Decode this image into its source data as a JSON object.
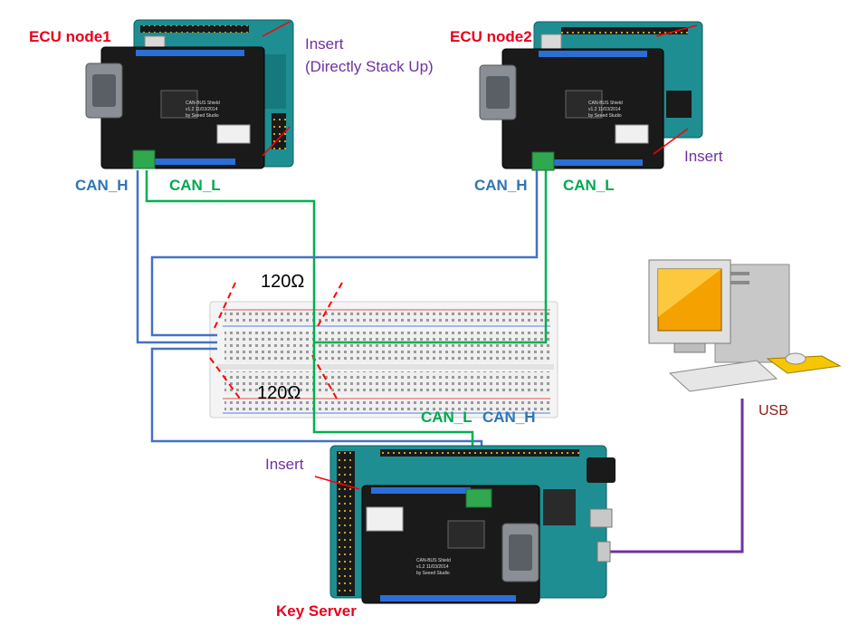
{
  "labels": {
    "ecu1": "ECU node1",
    "ecu2": "ECU node2",
    "insert_top1": "Insert",
    "insert_top2": "(Directly Stack Up)",
    "insert_ecu2": "Insert",
    "insert_ks": "Insert",
    "can_h_1": "CAN_H",
    "can_l_1": "CAN_L",
    "can_h_2": "CAN_H",
    "can_l_2": "CAN_L",
    "can_l_3": "CAN_L",
    "can_h_3": "CAN_H",
    "ohm_top": "120Ω",
    "ohm_bottom": "120Ω",
    "usb": "USB",
    "key_server": "Key Server"
  },
  "shield_text": {
    "brand": "CAN-BUS Shield",
    "version": "v1.2 11/03/2014",
    "by": "by Seeed Studio"
  },
  "colors": {
    "can_h": "#4472c4",
    "can_l": "#00b050",
    "usb": "#7030a0",
    "resistor": "#ff0000",
    "label_red": "#e8001c",
    "arduino": "#1e8e92",
    "shield": "#1a1a1a"
  }
}
